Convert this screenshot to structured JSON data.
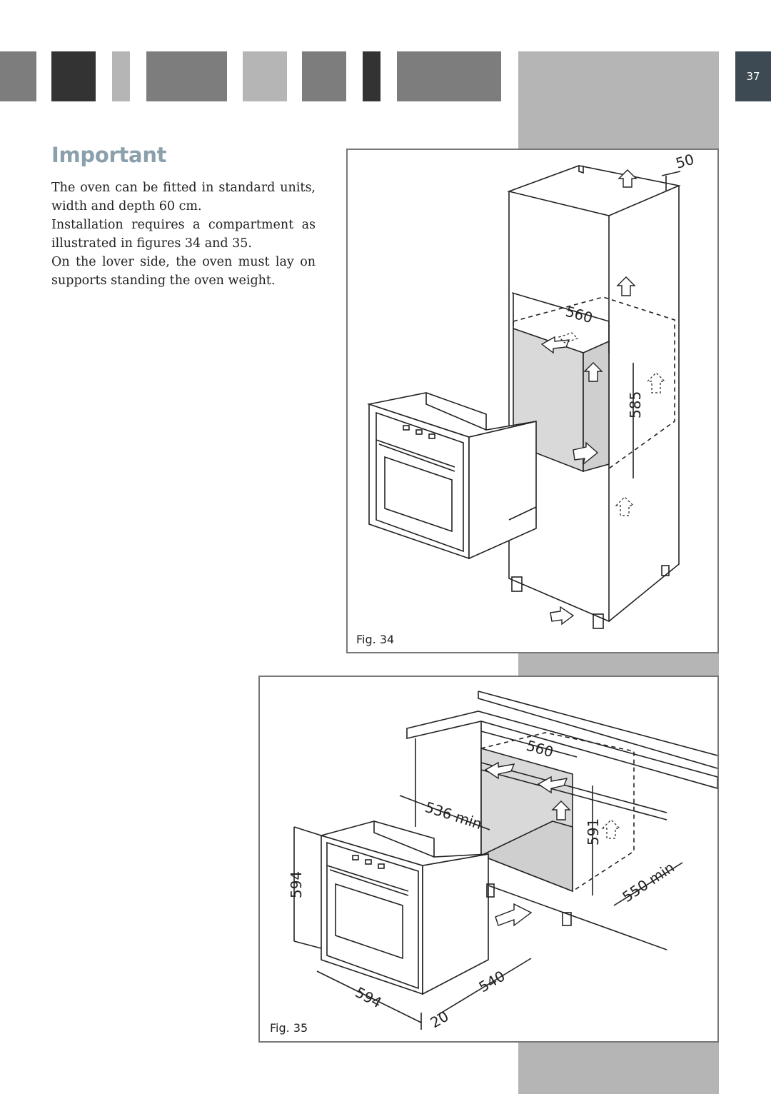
{
  "page_number": "37",
  "heading": "Important",
  "paragraphs": [
    "The oven can be fitted in standard units, width and depth 60 cm.",
    "Installation requires a compartment as illustrated in figures 34 and 35.",
    "On the lover side, the oven must lay on supports standing the oven weight."
  ],
  "figures": {
    "fig34": {
      "caption": "Fig. 34",
      "dimensions": {
        "top_gap": "50",
        "width": "560",
        "height": "585"
      }
    },
    "fig35": {
      "caption": "Fig. 35",
      "dimensions": {
        "width": "560",
        "depth_min": "536 min",
        "height_opening": "591",
        "depth_cabinet": "550 min",
        "oven_height": "594",
        "oven_width": "594",
        "oven_depth": "540",
        "front_offset": "20"
      }
    }
  },
  "colors": {
    "dark_block": "#333333",
    "mid_block": "#7d7d7d",
    "light_block": "#b5b5b5",
    "heading": "#8aa0ac",
    "page_tab": "#3d4a53"
  }
}
